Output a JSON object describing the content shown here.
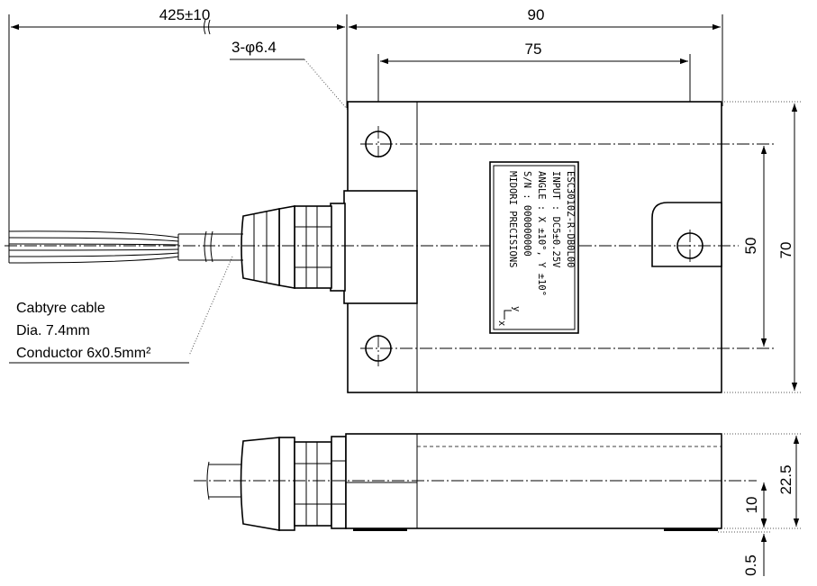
{
  "dimensions": {
    "cable_length": "425±10",
    "width": "90",
    "hole_pitch_x": "75",
    "holes": "3-φ6.4",
    "hole_pitch_y": "50",
    "height": "70",
    "thickness": "22.5",
    "base_height": "10",
    "foot_height": "0.5"
  },
  "cable_note": {
    "line1": "Cabtyre cable",
    "line2": "Dia. 7.4mm",
    "line3": "Conductor 6x0.5mm²"
  },
  "nameplate": {
    "line1": "ESC3010Z-R-DB0L00",
    "line2": "INPUT : DC5±0.25V",
    "line3": "ANGLE : X ±10°, Y ±10°",
    "line4": "S/N : 000000000",
    "line5": "MIDORI PRECISIONS",
    "axis_x": "x",
    "axis_y": "y"
  }
}
